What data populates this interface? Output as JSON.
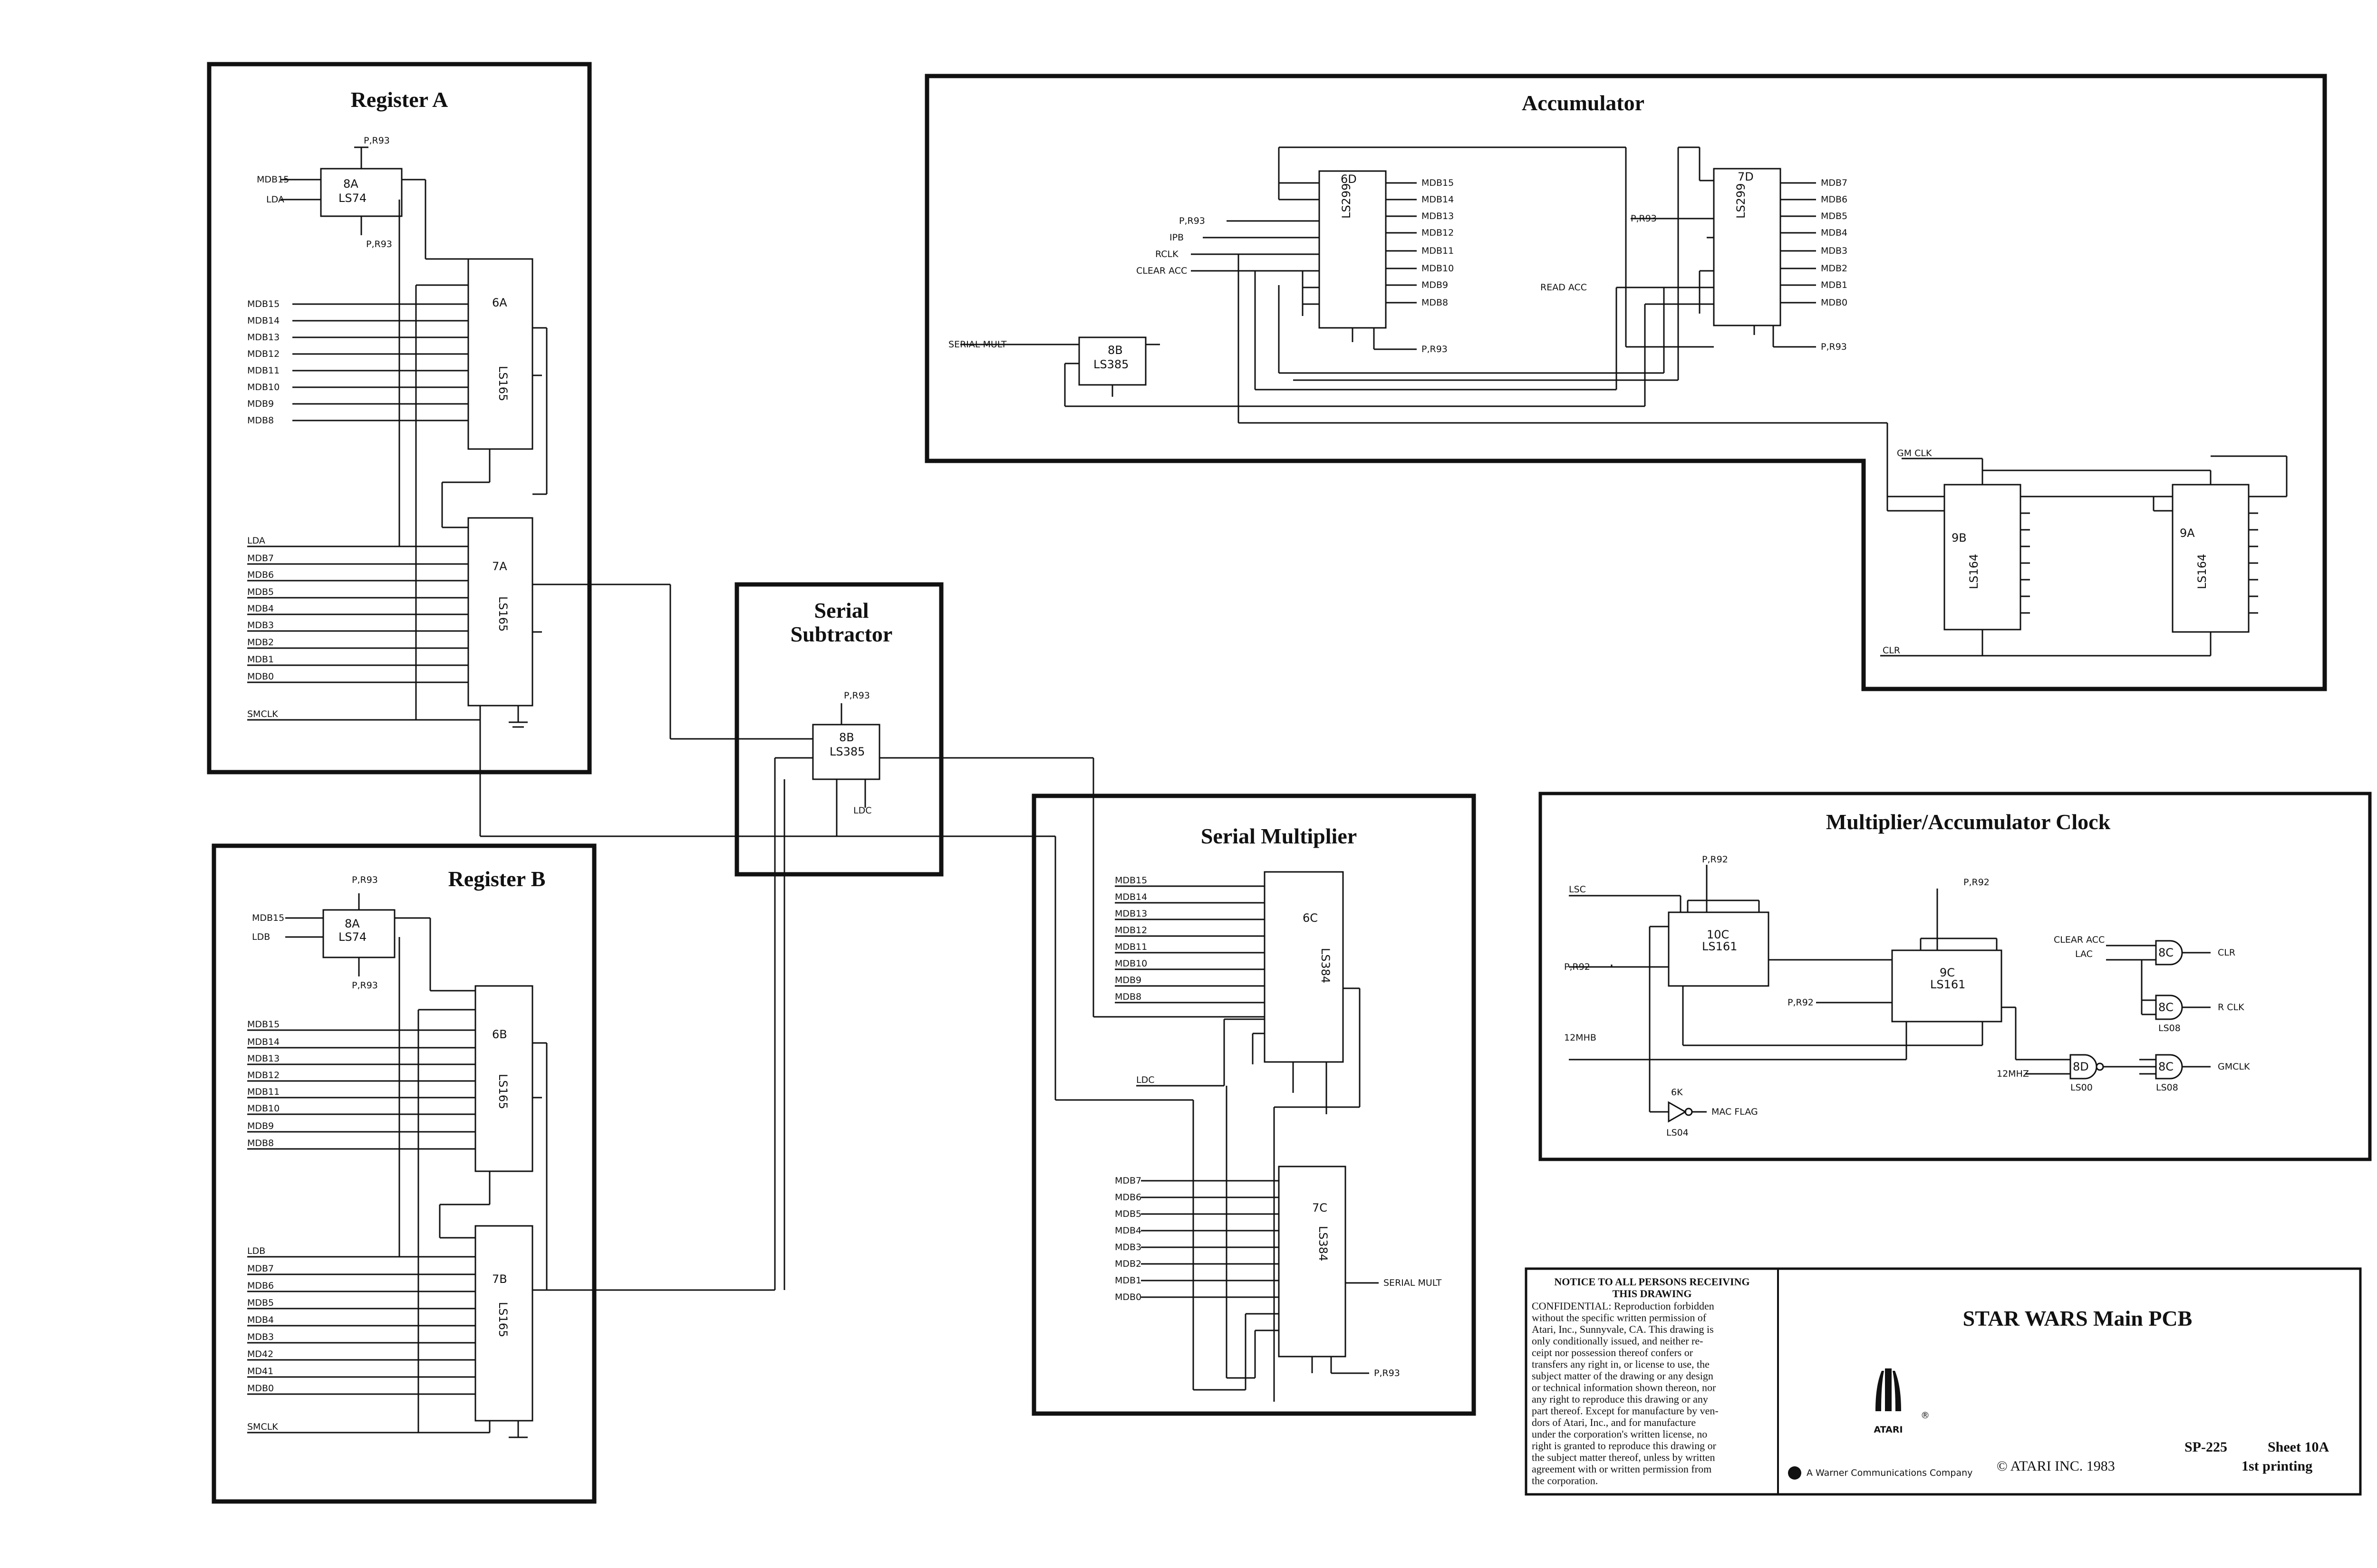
{
  "sections": {
    "register_a": "Register A",
    "register_b": "Register B",
    "serial_subtractor": [
      "Serial",
      "Subtractor"
    ],
    "accumulator": "Accumulator",
    "serial_multiplier": "Serial Multiplier",
    "mac_clock": "Multiplier/Accumulator Clock"
  },
  "register_a": {
    "ff": {
      "part": "8A",
      "type": "LS74",
      "in_d": "MDB15",
      "in_ck": "LDA",
      "pwr": "P,R93"
    },
    "sr_hi": {
      "part": "6A",
      "type": "LS165",
      "inputs": [
        "MDB15",
        "MDB14",
        "MDB13",
        "MDB12",
        "MDB11",
        "MDB10",
        "MDB9",
        "MDB8"
      ]
    },
    "sr_lo": {
      "part": "7A",
      "type": "LS165",
      "inputs": [
        "LDA",
        "MDB7",
        "MDB6",
        "MDB5",
        "MDB4",
        "MDB3",
        "MDB2",
        "MDB1",
        "MDB0"
      ],
      "clock": "SMCLK"
    }
  },
  "register_b": {
    "ff": {
      "part": "8A",
      "type": "LS74",
      "in_d": "MDB15",
      "in_ck": "LDB",
      "pwr": "P,R93"
    },
    "sr_hi": {
      "part": "6B",
      "type": "LS165",
      "inputs": [
        "MDB15",
        "MDB14",
        "MDB13",
        "MDB12",
        "MDB11",
        "MDB10",
        "MDB9",
        "MDB8"
      ]
    },
    "sr_lo": {
      "part": "7B",
      "type": "LS165",
      "inputs": [
        "LDB",
        "MDB7",
        "MDB6",
        "MDB5",
        "MDB4",
        "MDB3",
        "MD42",
        "MD41",
        "MDB0"
      ],
      "clock": "SMCLK"
    }
  },
  "subtractor": {
    "part": "8B",
    "type": "LS385",
    "pwr": "P,R93",
    "out": "LDC"
  },
  "accumulator": {
    "reg_hi": {
      "part": "6D",
      "type": "LS299",
      "outputs": [
        "MDB15",
        "MDB14",
        "MDB13",
        "MDB12",
        "MDB11",
        "MDB10",
        "MDB9",
        "MDB8"
      ],
      "inputs": [
        "P,R93",
        "IPB",
        "RCLK",
        "CLEAR ACC"
      ],
      "pwr": "P,R93"
    },
    "reg_lo": {
      "part": "7D",
      "type": "LS299",
      "outputs": [
        "MDB7",
        "MDB6",
        "MDB5",
        "MDB4",
        "MDB3",
        "MDB2",
        "MDB1",
        "MDB0"
      ],
      "inputs": [
        "P,R93",
        "READ ACC"
      ],
      "pwr": "P,R93"
    },
    "adder": {
      "part": "8B",
      "type": "LS385",
      "in": "SERIAL MULT"
    }
  },
  "shift_regs": {
    "a": {
      "part": "9B",
      "type": "LS164"
    },
    "b": {
      "part": "9A",
      "type": "LS164"
    },
    "clk": "GM CLK",
    "clr": "CLR"
  },
  "multiplier": {
    "hi": {
      "part": "6C",
      "type": "LS384",
      "inputs": [
        "MDB15",
        "MDB14",
        "MDB13",
        "MDB12",
        "MDB11",
        "MDB10",
        "MDB9",
        "MDB8"
      ],
      "ldc": "LDC"
    },
    "lo": {
      "part": "7C",
      "type": "LS384",
      "inputs": [
        "MDB7",
        "MDB6",
        "MDB5",
        "MDB4",
        "MDB3",
        "MDB2",
        "MDB1",
        "MDB0"
      ],
      "out": "SERIAL MULT",
      "pwr": "P,R93"
    }
  },
  "mac_clock": {
    "ctr1": {
      "part": "10C",
      "type": "LS161",
      "in": "LSC",
      "pwr": "P,R92"
    },
    "ctr2": {
      "part": "9C",
      "type": "LS161",
      "pwr": "P,R92"
    },
    "inputs": [
      "P,R92",
      "12MHB",
      "P,R92"
    ],
    "gates": [
      {
        "part": "8C",
        "type": "LS08",
        "in": [
          "CLEAR ACC",
          "LAC"
        ],
        "out": "CLR"
      },
      {
        "part": "8C",
        "type": "LS08",
        "out": "R CLK"
      },
      {
        "part": "8D",
        "type": "LS00",
        "in": "12MHZ"
      },
      {
        "part": "8C",
        "type": "LS08",
        "out": "GMCLK"
      }
    ],
    "inv": {
      "part": "6K",
      "type": "LS04",
      "out": "MAC FLAG"
    }
  },
  "notice": {
    "heading": [
      "NOTICE TO ALL PERSONS RECEIVING",
      "THIS DRAWING"
    ],
    "body": [
      "CONFIDENTIAL: Reproduction forbidden",
      "without the specific written permission of",
      "Atari, Inc., Sunnyvale, CA. This drawing is",
      "only conditionally issued, and neither re-",
      "ceipt nor possession thereof confers or",
      "transfers any right in, or license to use, the",
      "subject matter of the drawing or any design",
      "or technical information shown thereon, nor",
      "any right to reproduce this drawing or any",
      "part thereof. Except for manufacture by ven-",
      "dors of Atari, Inc., and for manufacture",
      "under the corporation's written license, no",
      "right is granted to reproduce this drawing or",
      "the subject matter thereof, unless by written",
      "agreement with or written permission from",
      "the corporation."
    ]
  },
  "title_block": {
    "title": "STAR WARS Main PCB",
    "company": "ATARI",
    "registered": "®",
    "tagline": "A Warner Communications Company",
    "copyright": "© ATARI INC. 1983",
    "sheet_id": "SP-225",
    "sheet_no": "Sheet 10A",
    "printing": "1st printing"
  }
}
